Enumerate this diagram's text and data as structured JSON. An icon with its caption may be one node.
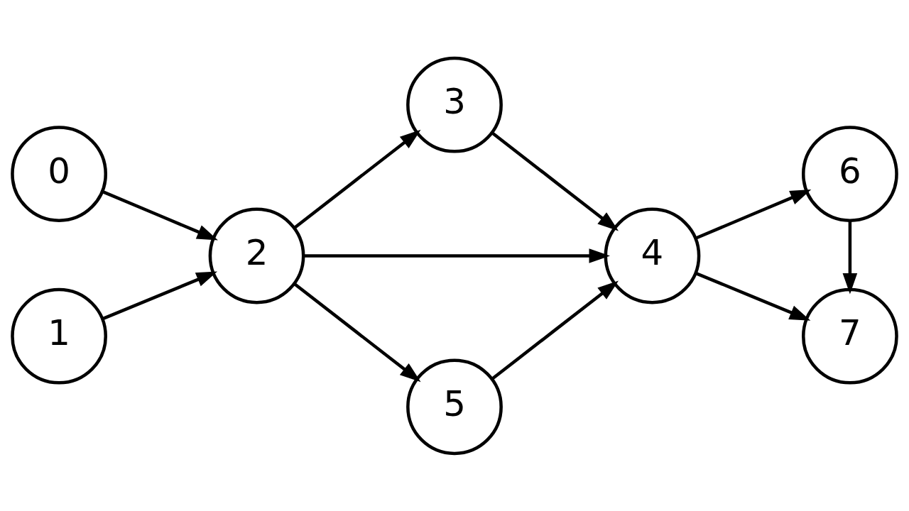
{
  "diagram": {
    "nodes": [
      {
        "text": [
          "0"
        ]
      },
      {
        "text": [
          "1"
        ]
      },
      {
        "text": [
          "2"
        ]
      },
      {
        "text": [
          "3"
        ]
      },
      {
        "text": [
          "4"
        ]
      },
      {
        "text": [
          "5"
        ]
      },
      {
        "text": [
          "6"
        ]
      },
      {
        "text": [
          "7"
        ]
      }
    ],
    "edges": [
      {
        "from": 0,
        "to": 2,
        "arrow": "to"
      },
      {
        "from": 1,
        "to": 2,
        "arrow": "to"
      },
      {
        "from": 2,
        "to": 3,
        "arrow": "to"
      },
      {
        "from": 2,
        "to": 4,
        "arrow": "to"
      },
      {
        "from": 2,
        "to": 5,
        "arrow": "to"
      },
      {
        "from": 3,
        "to": 4,
        "arrow": "to"
      },
      {
        "from": 5,
        "to": 4,
        "arrow": "to"
      },
      {
        "from": 4,
        "to": 6,
        "arrow": "to"
      },
      {
        "from": 4,
        "to": 7,
        "arrow": "to"
      },
      {
        "from": 6,
        "to": 7,
        "arrow": "to"
      }
    ]
  }
}
